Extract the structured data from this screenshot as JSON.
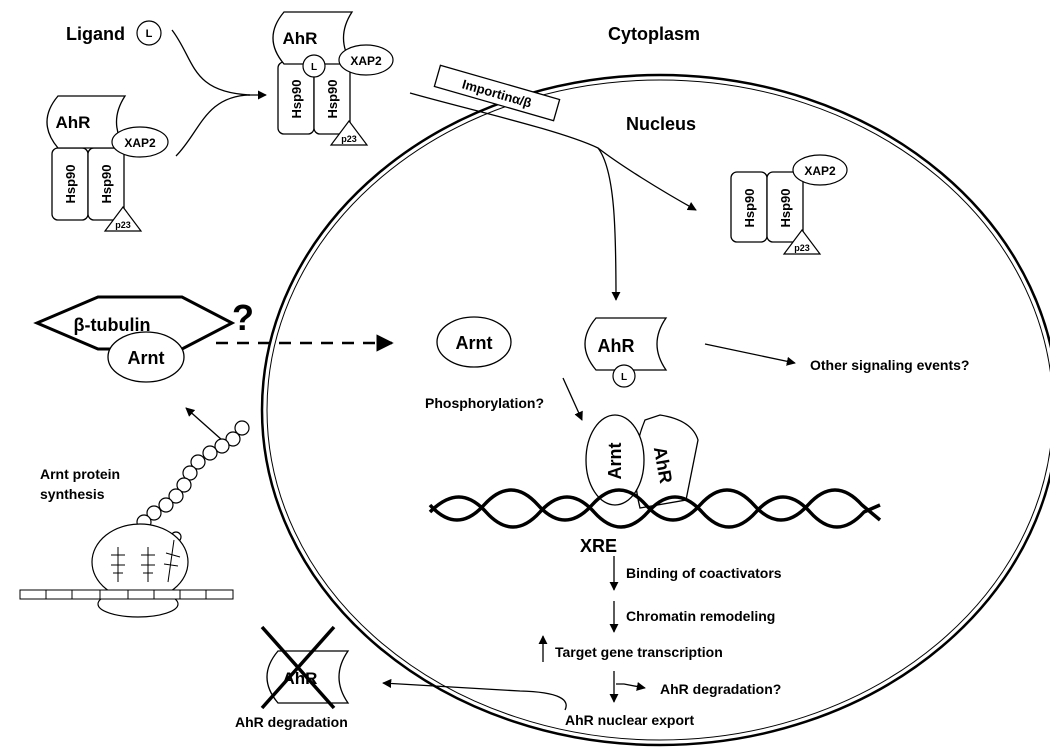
{
  "labels": {
    "ligand": "Ligand",
    "ligand_symbol": "L",
    "cytoplasm": "Cytoplasm",
    "nucleus": "Nucleus",
    "ahr": "AhR",
    "xap2": "XAP2",
    "hsp90": "Hsp90",
    "p23": "p23",
    "importin": "Importinα/β",
    "question_mark": "?",
    "beta_tubulin": "β-tubulin",
    "arnt": "Arnt",
    "other_signaling": "Other signaling events?",
    "phosphorylation": "Phosphorylation?",
    "arnt_synthesis_line1": "Arnt protein",
    "arnt_synthesis_line2": "synthesis",
    "xre": "XRE",
    "coactivators": "Binding of coactivators",
    "chromatin": "Chromatin remodeling",
    "target_gene": "Target gene transcription",
    "ahr_degradation_q": "AhR degradation?",
    "ahr_nuclear_export": "AhR nuclear export",
    "ahr_degradation": "AhR degradation"
  }
}
